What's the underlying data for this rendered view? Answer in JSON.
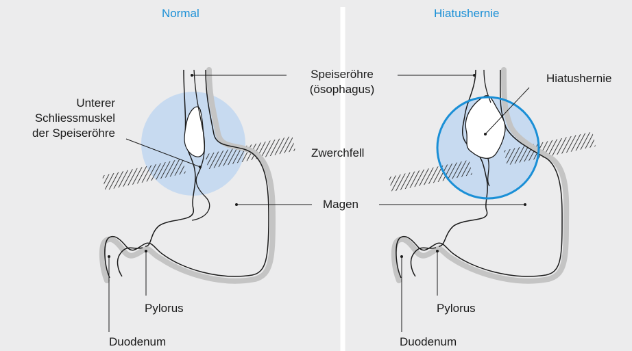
{
  "headings": {
    "left": "Normal",
    "right": "Hiatushernie"
  },
  "labels": {
    "esophagus_line1": "Speiseröhre",
    "esophagus_line2": "(ösophagus)",
    "sphincter_line1": "Unterer",
    "sphincter_line2": "Schliessmuskel",
    "sphincter_line3": "der Speiseröhre",
    "diaphragm": "Zwerchfell",
    "stomach": "Magen",
    "hernia": "Hiatushernie",
    "pylorus_left": "Pylorus",
    "pylorus_right": "Pylorus",
    "duodenum_left": "Duodenum",
    "duodenum_right": "Duodenum"
  },
  "colors": {
    "background": "#ececed",
    "heading": "#1a8fd6",
    "highlight_fill": "#c5d9f0",
    "hernia_ring": "#1a8fd6",
    "organ_outline": "#1a1a1a",
    "organ_shadow": "#c4c4c4",
    "divider": "#ffffff"
  }
}
